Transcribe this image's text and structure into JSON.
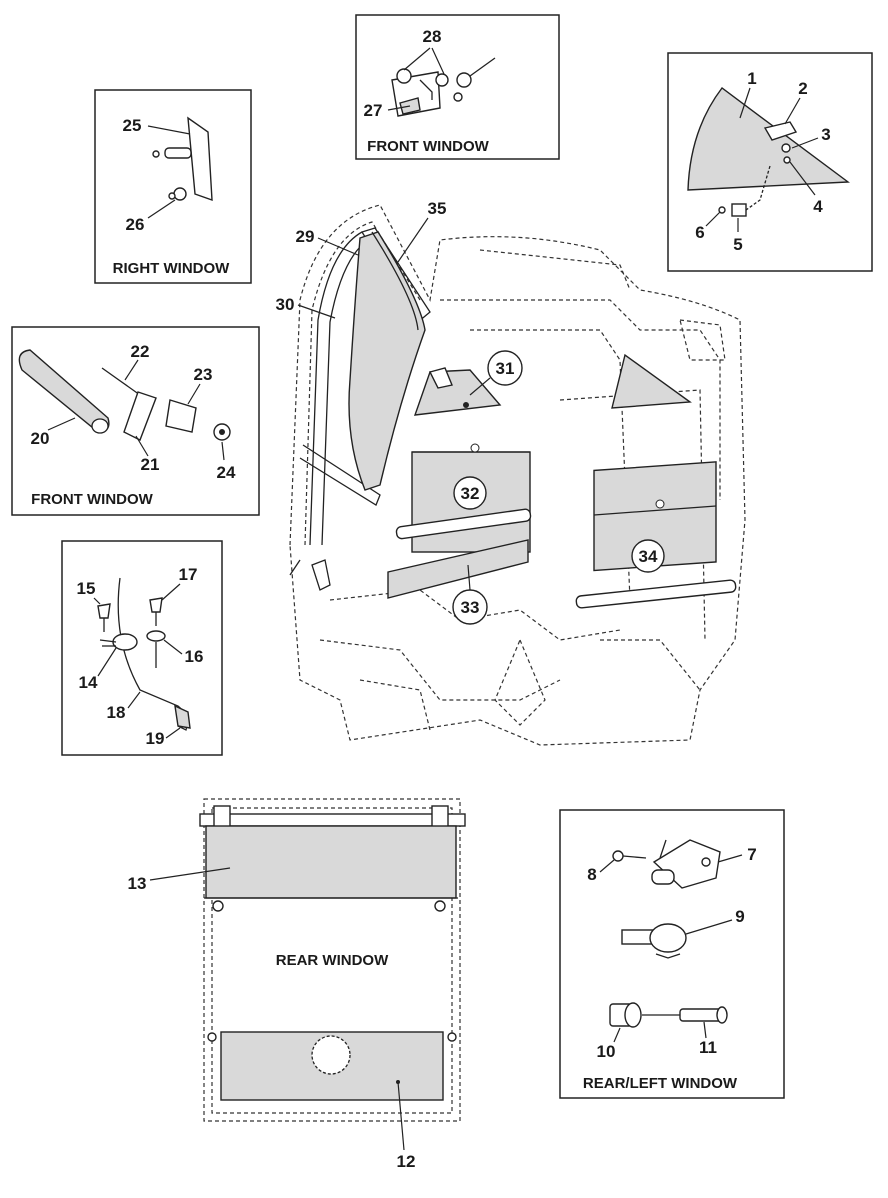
{
  "captions": {
    "front_window_top": "FRONT WINDOW",
    "right_window": "RIGHT WINDOW",
    "front_window_left": "FRONT WINDOW",
    "rear_window": "REAR WINDOW",
    "rear_left_window": "REAR/LEFT WINDOW"
  },
  "part_numbers": [
    "1",
    "2",
    "3",
    "4",
    "5",
    "6",
    "7",
    "8",
    "9",
    "10",
    "11",
    "12",
    "13",
    "14",
    "15",
    "16",
    "17",
    "18",
    "19",
    "20",
    "21",
    "22",
    "23",
    "24",
    "25",
    "26",
    "27",
    "28",
    "29",
    "30",
    "31",
    "32",
    "33",
    "34",
    "35"
  ]
}
